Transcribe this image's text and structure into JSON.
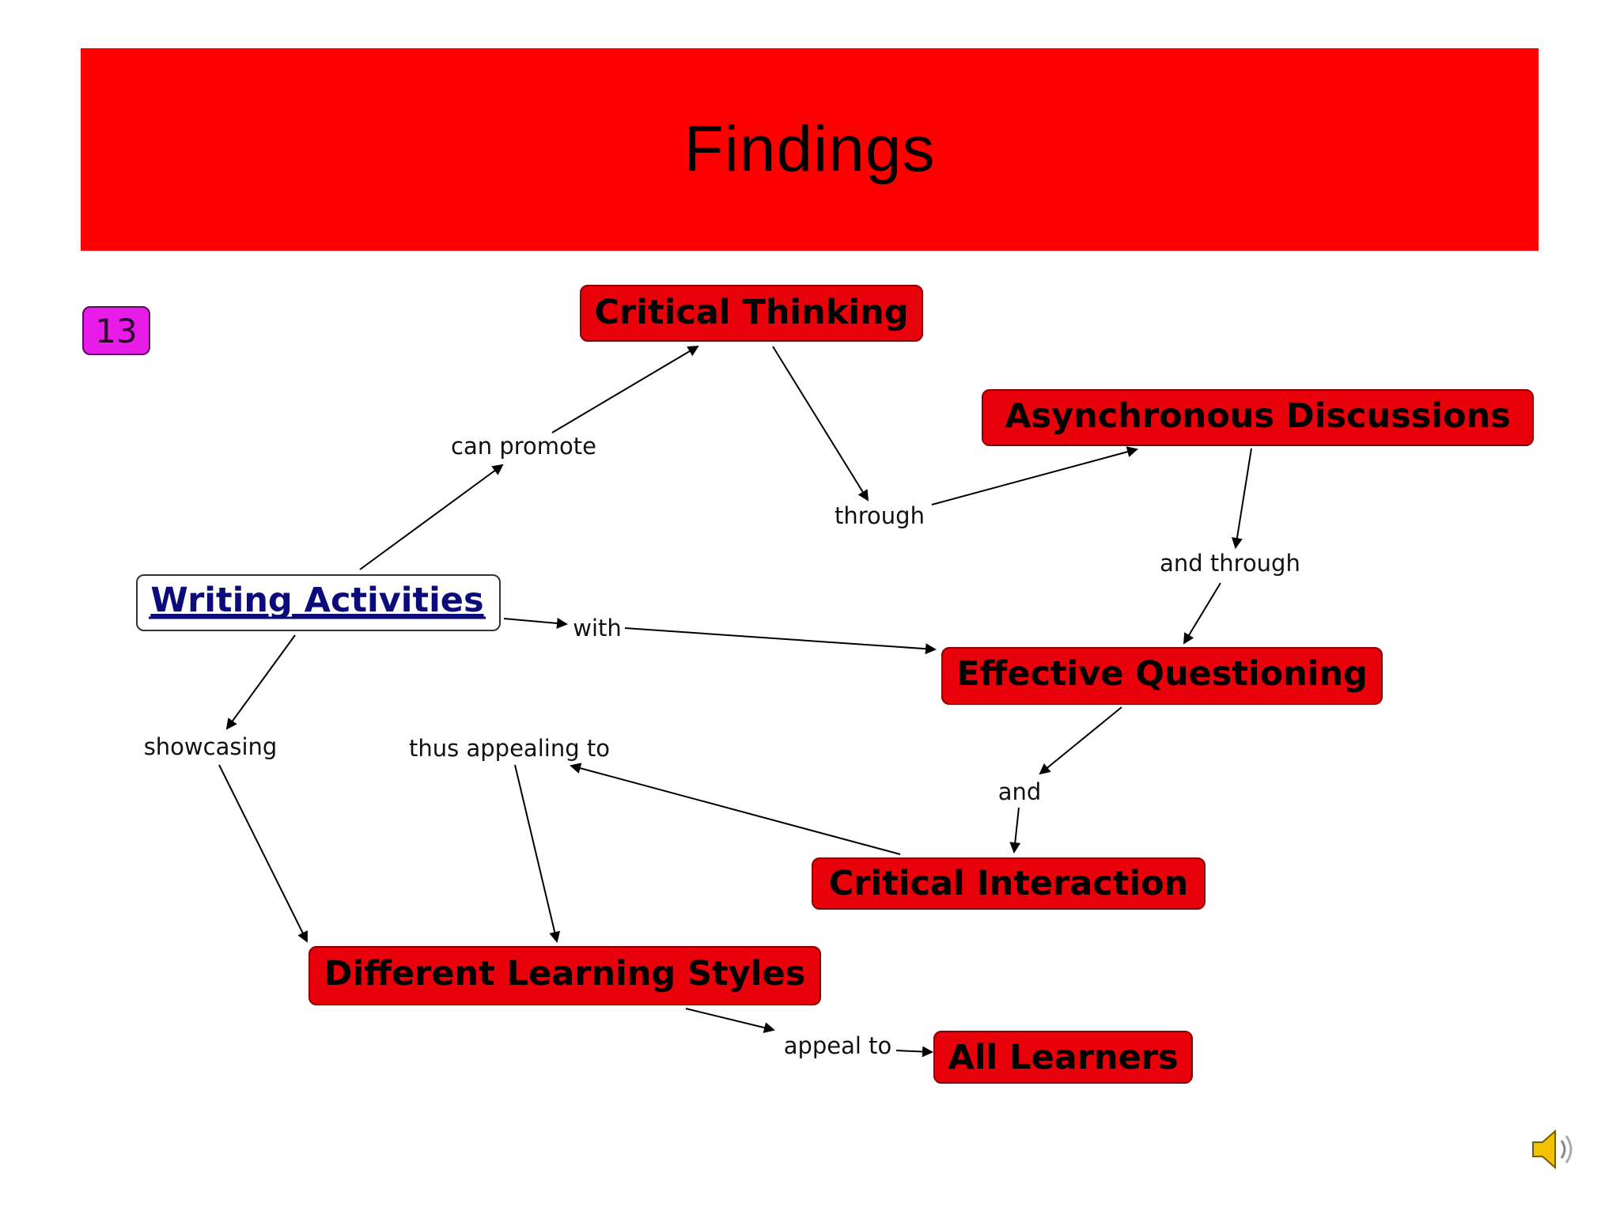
{
  "slide": {
    "title": "Findings",
    "number": "13"
  },
  "colors": {
    "banner": "#ff0000",
    "concept_fill": "#e8000a",
    "concept_border": "#8a0000",
    "root_fill": "#ffffff",
    "root_text": "#0b0b7a",
    "badge": "#e81ce8"
  },
  "concepts": {
    "critical_thinking": "Critical Thinking",
    "async_discussions": "Asynchronous Discussions",
    "writing_activities": "Writing Activities",
    "effective_questioning": "Effective Questioning",
    "critical_interaction": "Critical Interaction",
    "different_learning_styles": "Different Learning Styles",
    "all_learners": "All Learners"
  },
  "links": {
    "can_promote": "can promote",
    "through": "through",
    "and_through": "and through",
    "with": "with",
    "showcasing": "showcasing",
    "thus_appealing_to": "thus appealing to",
    "and": "and",
    "appeal_to": "appeal to"
  },
  "icons": {
    "speaker": "speaker-icon"
  }
}
